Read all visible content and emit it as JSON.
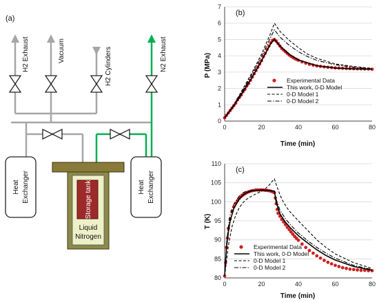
{
  "schematic": {
    "panel_label": "(a)",
    "vent_labels": [
      "H2 Exhaust",
      "Vacuum",
      "H2 Cylinders",
      "N2 Exhaust"
    ],
    "heat_exchanger_label_1": "Heat",
    "heat_exchanger_label_2": "Exchanger",
    "storage_tank_label": "Storage tank",
    "bath_label_1": "Liquid",
    "bath_label_2": "Nitrogen",
    "colors": {
      "n2_line": "#00b050",
      "gas_line": "#a6a6a6",
      "tank": "#9c2a2a",
      "dewar": "#8b8a4a",
      "lid": "#8a7a3a"
    }
  },
  "chart_data": [
    {
      "panel_label": "(b)",
      "type": "line",
      "xlabel": "Time (min)",
      "ylabel": "P (MPa)",
      "xlim": [
        0,
        80
      ],
      "ylim": [
        0,
        7
      ],
      "xticks": [
        0,
        20,
        40,
        60,
        80
      ],
      "yticks": [
        0,
        1,
        2,
        3,
        4,
        5,
        6,
        7
      ],
      "legend_position": "right",
      "series": [
        {
          "name": "Experimental Data",
          "style": "markers",
          "color": "#d02020",
          "x": [
            0,
            1,
            2,
            3,
            4,
            5,
            6,
            7,
            8,
            9,
            10,
            11,
            12,
            13,
            14,
            15,
            16,
            17,
            18,
            19,
            20,
            21,
            22,
            23,
            24,
            25,
            26,
            27,
            28,
            29,
            30,
            31,
            32,
            33,
            34,
            35,
            36,
            37,
            38,
            39,
            40,
            42,
            44,
            46,
            48,
            50,
            52,
            54,
            56,
            58,
            60,
            62,
            64,
            66,
            68,
            70,
            72,
            74,
            76,
            78,
            80
          ],
          "y": [
            0.2,
            0.35,
            0.5,
            0.65,
            0.8,
            0.95,
            1.1,
            1.3,
            1.45,
            1.6,
            1.8,
            1.95,
            2.15,
            2.3,
            2.5,
            2.7,
            2.9,
            3.1,
            3.3,
            3.5,
            3.7,
            3.95,
            4.15,
            4.4,
            4.6,
            4.8,
            4.95,
            5.0,
            4.9,
            4.75,
            4.6,
            4.45,
            4.35,
            4.25,
            4.15,
            4.05,
            3.97,
            3.9,
            3.83,
            3.78,
            3.73,
            3.63,
            3.55,
            3.48,
            3.43,
            3.38,
            3.35,
            3.32,
            3.3,
            3.28,
            3.26,
            3.25,
            3.24,
            3.23,
            3.22,
            3.21,
            3.2,
            3.2,
            3.19,
            3.19,
            3.18
          ]
        },
        {
          "name": "This work, 0-D Model",
          "style": "solid",
          "color": "#000000",
          "x": [
            0,
            5,
            10,
            15,
            20,
            25,
            27,
            30,
            35,
            40,
            50,
            60,
            70,
            80
          ],
          "y": [
            0.2,
            0.95,
            1.8,
            2.7,
            3.7,
            4.75,
            5.0,
            4.6,
            4.1,
            3.75,
            3.4,
            3.25,
            3.2,
            3.18
          ]
        },
        {
          "name": "0-D Model 1",
          "style": "dashed",
          "color": "#000000",
          "x": [
            0,
            5,
            10,
            15,
            20,
            25,
            27,
            30,
            35,
            40,
            45,
            50,
            60,
            70,
            80
          ],
          "y": [
            0.2,
            1.0,
            2.0,
            3.0,
            4.1,
            5.4,
            6.0,
            5.5,
            4.95,
            4.5,
            4.1,
            3.85,
            3.5,
            3.35,
            3.22
          ]
        },
        {
          "name": "0-D Model 2",
          "style": "dashdot",
          "color": "#000000",
          "x": [
            0,
            5,
            10,
            15,
            20,
            25,
            27,
            30,
            35,
            40,
            45,
            50,
            60,
            70,
            80
          ],
          "y": [
            0.2,
            0.95,
            1.9,
            2.9,
            3.95,
            5.15,
            5.6,
            5.15,
            4.65,
            4.25,
            3.95,
            3.72,
            3.45,
            3.3,
            3.2
          ]
        }
      ]
    },
    {
      "panel_label": "(c)",
      "type": "line",
      "xlabel": "Time (min)",
      "ylabel": "T (K)",
      "xlim": [
        0,
        80
      ],
      "ylim": [
        80,
        110
      ],
      "xticks": [
        0,
        20,
        40,
        60,
        80
      ],
      "yticks": [
        80,
        85,
        90,
        95,
        100,
        105,
        110
      ],
      "legend_position": "bottom-left",
      "series": [
        {
          "name": "Experimental Data",
          "style": "markers",
          "color": "#d02020",
          "x": [
            0,
            0.5,
            1,
            1.5,
            2,
            3,
            4,
            5,
            6,
            7,
            8,
            9,
            10,
            11,
            12,
            13,
            14,
            15,
            16,
            17,
            18,
            19,
            20,
            21,
            22,
            23,
            24,
            25,
            26,
            27,
            27.5,
            28,
            28.5,
            29,
            30,
            31,
            32,
            33,
            34,
            35,
            36,
            37,
            38,
            39,
            40,
            42,
            44,
            46,
            48,
            50,
            52,
            54,
            56,
            58,
            60,
            62,
            64,
            66,
            68,
            70,
            72,
            74,
            76,
            78,
            80
          ],
          "y": [
            80.5,
            84,
            88,
            90.5,
            93,
            95.5,
            97.5,
            98.7,
            99.6,
            100.3,
            100.9,
            101.4,
            101.8,
            102.1,
            102.4,
            102.6,
            102.8,
            102.9,
            103.0,
            103.1,
            103.1,
            103.1,
            103.1,
            103.1,
            103.0,
            103.0,
            102.9,
            102.8,
            102.6,
            102.4,
            101,
            99.5,
            98,
            97,
            96.2,
            95.4,
            94.7,
            94,
            93.3,
            92.7,
            92.1,
            91.5,
            90.9,
            90.4,
            89.9,
            88.9,
            88,
            87.2,
            86.5,
            85.8,
            85.2,
            84.6,
            84.1,
            83.7,
            83.3,
            83,
            82.7,
            82.5,
            82.3,
            82.2,
            82.1,
            82,
            82,
            81.9,
            81.9
          ]
        },
        {
          "name": "This work, 0-D Model",
          "style": "solid",
          "color": "#000000",
          "x": [
            0,
            1,
            2,
            3,
            5,
            8,
            10,
            12,
            15,
            20,
            24,
            27,
            28,
            30,
            33,
            36,
            40,
            45,
            50,
            55,
            60,
            70,
            80
          ],
          "y": [
            80.5,
            88,
            92,
            95,
            98.3,
            100.8,
            101.8,
            102.4,
            102.9,
            103.1,
            103.0,
            102.8,
            99.8,
            96.8,
            94.6,
            93,
            91.1,
            89.2,
            87.4,
            85.9,
            84.7,
            83,
            82
          ]
        },
        {
          "name": "0-D Model 1",
          "style": "dashed",
          "color": "#000000",
          "x": [
            0,
            2,
            4,
            6,
            8,
            10,
            12,
            15,
            18,
            20,
            22,
            24,
            26,
            27,
            28,
            30,
            32,
            35,
            40,
            45,
            50,
            55,
            60,
            70,
            80
          ],
          "y": [
            80.5,
            88.5,
            93.5,
            96.5,
            98.5,
            99.8,
            100.7,
            101.6,
            102.3,
            102.8,
            103.4,
            104.3,
            105.5,
            106.0,
            104.5,
            101.8,
            99.8,
            97.6,
            95,
            92.5,
            90,
            88,
            86.3,
            84,
            82.5
          ]
        },
        {
          "name": "0-D Model 2",
          "style": "dashdot",
          "color": "#000000",
          "x": [
            0,
            1,
            2,
            3,
            5,
            8,
            10,
            12,
            15,
            20,
            24,
            27,
            28,
            30,
            33,
            36,
            40,
            45,
            50,
            55,
            60,
            70,
            80
          ],
          "y": [
            80.5,
            89,
            93.5,
            96.5,
            99.4,
            101.6,
            102.4,
            102.8,
            103.0,
            103.0,
            102.9,
            102.6,
            100.6,
            97.8,
            95.5,
            93.8,
            91.8,
            89.8,
            88,
            86.5,
            85.2,
            83.3,
            82.2
          ]
        }
      ]
    }
  ]
}
